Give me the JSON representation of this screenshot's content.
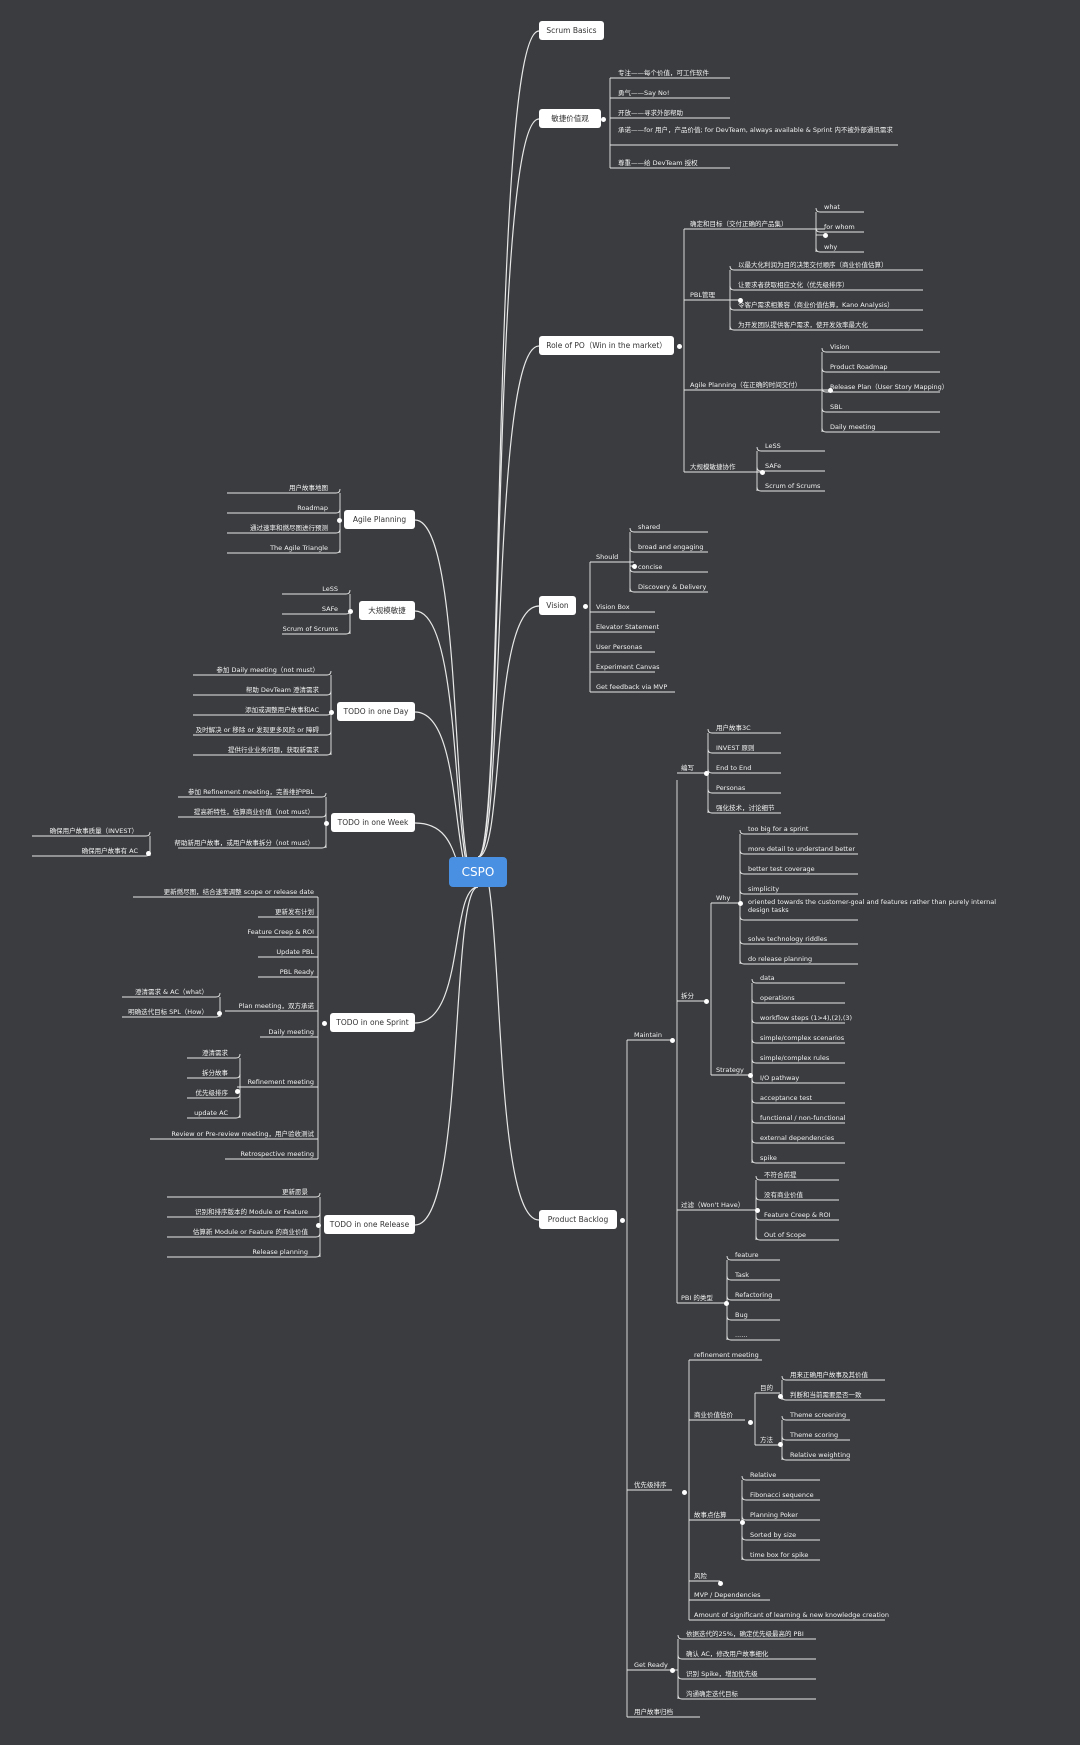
{
  "root": "CSPO",
  "branches": [
    {
      "id": "scrum-basics",
      "label": "Scrum Basics"
    },
    {
      "id": "values",
      "label": "敏捷价值观",
      "items": [
        "专注——每个价值，可工作软件",
        "勇气——Say No!",
        "开放——寻求外部帮助",
        "承诺——for 用户，产品价值; for DevTeam, always available & Sprint 内不被外部通讯需求",
        "尊重——给 DevTeam 授权"
      ]
    },
    {
      "id": "role-po",
      "label": "Role of PO（Win in the market）",
      "groups": [
        {
          "label": "确定和目标（交付正确的产品集）",
          "items": [
            "what",
            "for whom",
            "why"
          ]
        },
        {
          "label": "PBL管理",
          "items": [
            "以最大化利润为目的决策交付顺序（商业价值估算）",
            "让要求者获取相应文化（优先级排序）",
            "令客户需求相兼容（商业价值估算，Kano Analysis）",
            "为开发团队提供客户需求，使开发效率最大化"
          ]
        },
        {
          "label": "Agile Planning（在正确的时间交付）",
          "items": [
            "Vision",
            "Product Roadmap",
            "Release Plan（User Story Mapping）",
            "SBL",
            "Daily meeting"
          ]
        },
        {
          "label": "大规模敏捷协作",
          "items": [
            "LeSS",
            "SAFe",
            "Scrum of Scrums"
          ]
        }
      ]
    },
    {
      "id": "vision",
      "label": "Vision",
      "should_label": "Should",
      "should_items": [
        "shared",
        "broad and engaging",
        "concise",
        "Discovery & Delivery"
      ],
      "items": [
        "Vision Box",
        "Elevator Statement",
        "User Personas",
        "Experiment Canvas",
        "Get feedback via MVP"
      ]
    },
    {
      "id": "product-backlog",
      "label": "Product Backlog",
      "maintain": {
        "label": "Maintain",
        "write": {
          "label": "编写",
          "items": [
            "用户故事3C",
            "INVEST 原则",
            "End to End",
            "Personas",
            "强化技术，讨论细节"
          ]
        },
        "split": {
          "label": "拆分",
          "why": {
            "label": "Why",
            "items": [
              "too big for a sprint",
              "more detail to understand better",
              "better test coverage",
              "simplicity",
              "oriented towards the customer-goal and features rather than purely internal design tasks",
              "solve technology riddles",
              "do release planning"
            ]
          },
          "strategy": {
            "label": "Strategy",
            "items": [
              "data",
              "operations",
              "workflow steps (1>4),(2),(3)",
              "simple/complex scenarios",
              "simple/complex rules",
              "I/O pathway",
              "acceptance test",
              "functional / non-functional",
              "external dependencies",
              "spike"
            ]
          }
        },
        "filter": {
          "label": "过滤（Won't Have）",
          "items": [
            "不符合前提",
            "没有商业价值",
            "Feature Creep & ROI",
            "Out of Scope"
          ]
        },
        "types": {
          "label": "PBI 的类型",
          "items": [
            "feature",
            "Task",
            "Refactoring",
            "Bug",
            "......"
          ]
        }
      },
      "priority": {
        "label": "优先级排序",
        "refinement": "refinement meeting",
        "bv": {
          "label": "商业价值估价",
          "goal_label": "目的",
          "goal_items": [
            "用来正确用户故事及其价值",
            "判断和当前需要是否一致"
          ],
          "method_label": "方法",
          "method_items": [
            "Theme screening",
            "Theme scoring",
            "Relative weighting"
          ]
        },
        "size": {
          "label": "故事点估算",
          "items": [
            "Relative",
            "Fibonacci sequence",
            "Planning Poker",
            "Sorted by size",
            "time box for spike"
          ]
        },
        "others": [
          "风险",
          "MVP / Dependencies",
          "Amount of significant of learning & new knowledge creation"
        ]
      },
      "get_ready": {
        "label": "Get Ready",
        "items": [
          "依据迭代的25%，确定优先级最高的 PBI",
          "确认 AC，修改用户故事细化",
          "识别 Spike，增加优先级",
          "沟通确定迭代目标"
        ]
      },
      "story_life": "用户故事归档"
    }
  ],
  "left_branches": [
    {
      "id": "agile-planning",
      "label": "Agile Planning",
      "items": [
        "用户故事地图",
        "Roadmap",
        "通过速率和燃尽图进行预测",
        "The Agile Triangle"
      ]
    },
    {
      "id": "large-scale",
      "label": "大规模敏捷",
      "items": [
        "LeSS",
        "SAFe",
        "Scrum of Scrums"
      ]
    },
    {
      "id": "todo-day",
      "label": "TODO in one Day",
      "items": [
        "参加 Daily meeting（not must）",
        "帮助 DevTeam 澄清需求",
        "添加或调整用户故事和AC",
        "及时解决 or 移除 or 发现更多风险 or 障碍",
        "提供行业业务问题，获取新需求"
      ]
    },
    {
      "id": "todo-week",
      "label": "TODO in one Week",
      "items": [
        "参加 Refinement meeting，完善维护PBL",
        "提高新特性，估算商业价值（not must）",
        "帮助新用户故事，或用户故事拆分（not must）"
      ],
      "sub_items": [
        "确保用户故事质量（INVEST）",
        "确保用户故事有 AC"
      ]
    },
    {
      "id": "todo-sprint",
      "label": "TODO in one Sprint",
      "items": [
        "更新燃尽图，结合速率调整 scope or release date",
        "更新发布计划",
        "Feature Creep & ROI",
        "Update PBL",
        "PBL Ready"
      ],
      "plan_label": "Plan meeting，双方承诺",
      "plan_items": [
        "澄清需求 & AC（what）",
        "明确迭代目标 SPL（How）"
      ],
      "daily": "Daily meeting",
      "refine_label": "Refinement meeting",
      "refine_items": [
        "澄清需求",
        "拆分故事",
        "优先级排序",
        "update AC"
      ],
      "review": "Review or Pre-review meeting，用户验收测试",
      "retro": "Retrospective meeting"
    },
    {
      "id": "todo-release",
      "label": "TODO in one Release",
      "items": [
        "更新愿景",
        "识别和排序版本的 Module or Feature",
        "估算新 Module or Feature 的商业价值",
        "Release planning"
      ]
    }
  ]
}
